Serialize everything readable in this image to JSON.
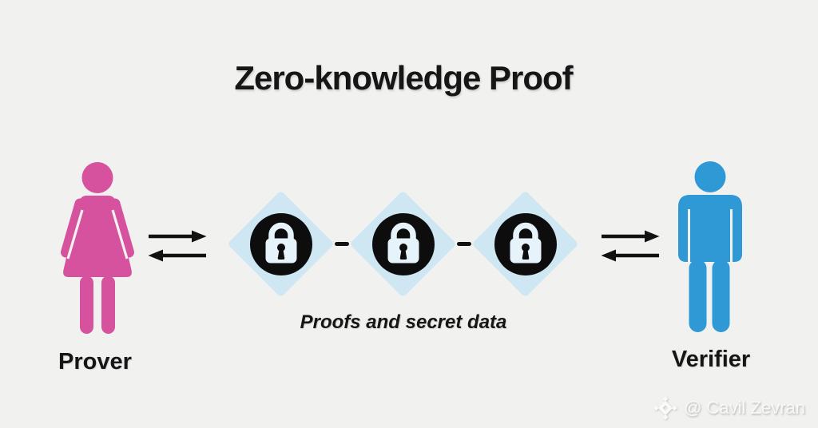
{
  "background_color": "#f1f1f0",
  "title": {
    "text": "Zero-knowledge Proof"
  },
  "prover": {
    "label": "Prover",
    "color": "#d6519e",
    "figure": "woman-icon"
  },
  "verifier": {
    "label": "Verifier",
    "color": "#2f99d6",
    "figure": "man-icon"
  },
  "exchange": {
    "caption": "Proofs and secret data",
    "locks": [
      "lock-icon",
      "lock-icon",
      "lock-icon"
    ],
    "connectors": [
      "dash",
      "dash"
    ],
    "diamond_color": "#cfe7f3",
    "lock_badge_color": "#0d0d0d",
    "lock_glyph_color": "#e6f3fa"
  },
  "arrows": {
    "color": "#121212",
    "left_pair": [
      "right",
      "left"
    ],
    "right_pair": [
      "right",
      "left"
    ]
  },
  "watermark": {
    "handle": "@ Cavil Zevran",
    "icon": "binance-diamond-icon"
  }
}
